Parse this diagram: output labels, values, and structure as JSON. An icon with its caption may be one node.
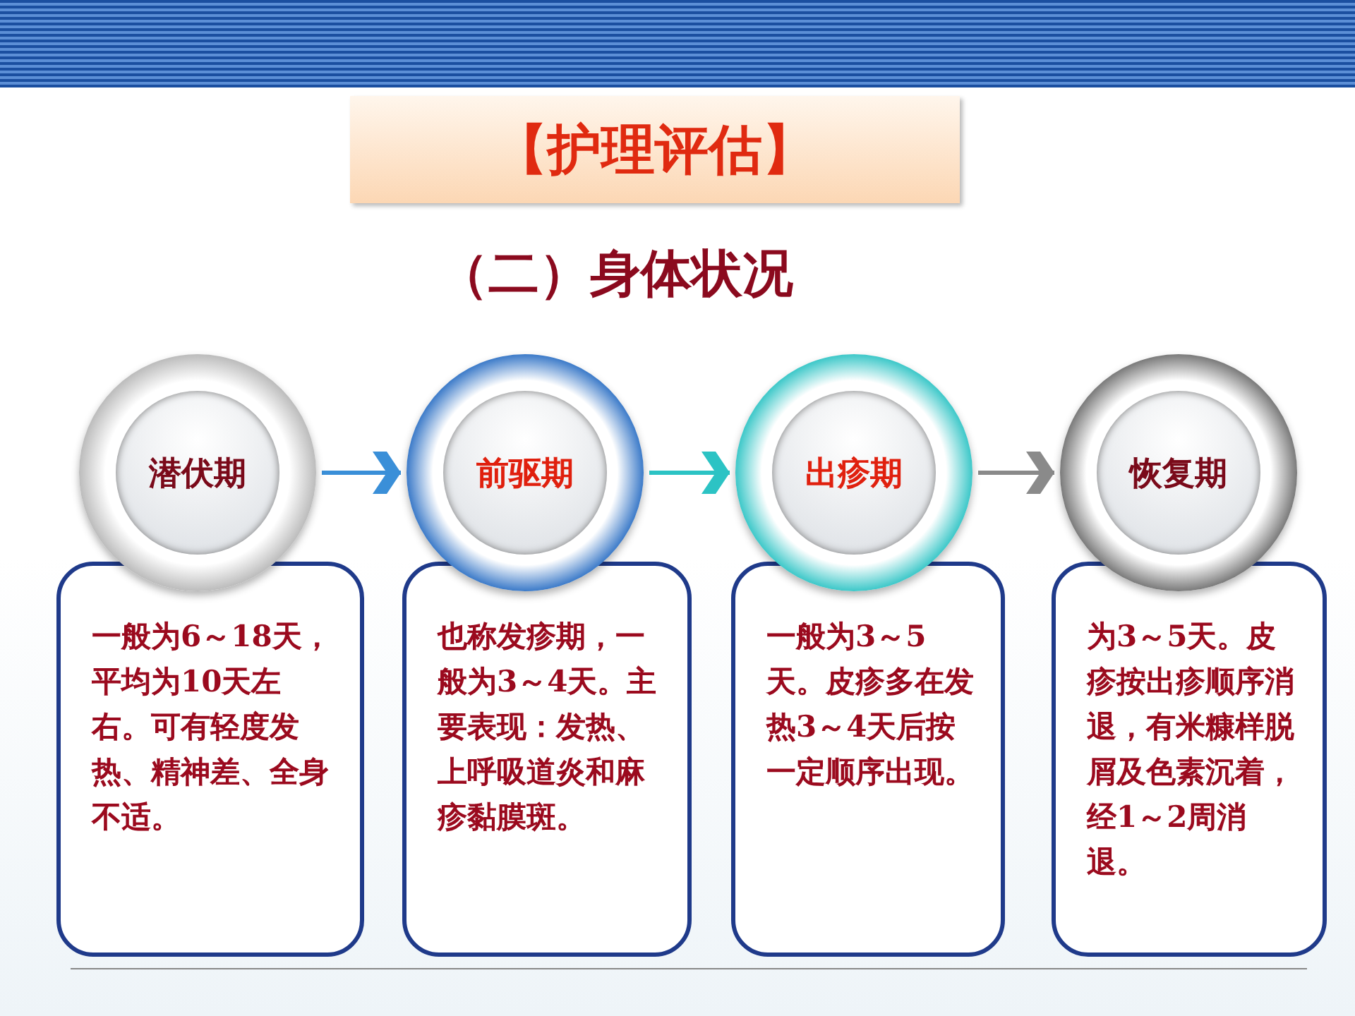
{
  "diagram": {
    "title": "【护理评估】",
    "nodes": [
      {
        "text": [
          "潜伏期"
        ]
      },
      {
        "text": [
          "前驱期"
        ]
      },
      {
        "text": [
          "出疹期"
        ]
      },
      {
        "text": [
          "恢复期"
        ]
      },
      {
        "text": [
          "一般为6～18天，平均为10天左右。可有轻度发热、精神差、全身不适。"
        ]
      },
      {
        "text": [
          "也称发疹期，一般为3～4天。主要表现：发热、上呼吸道炎和麻疹黏膜斑。"
        ]
      },
      {
        "text": [
          "一般为3～5天。皮疹多在发热3～4天后按一定顺序出现。"
        ]
      },
      {
        "text": [
          "为3～5天。皮疹按出疹顺序消退，有米糠样脱屑及色素沉着，经1～2周消退。"
        ]
      }
    ],
    "edges": [
      {
        "from": 0,
        "to": 1,
        "arrow": "to",
        "color": "#3a8fd8"
      },
      {
        "from": 1,
        "to": 2,
        "arrow": "to",
        "color": "#2cc3c4"
      },
      {
        "from": 2,
        "to": 3,
        "arrow": "to",
        "color": "#8a8a8a"
      }
    ],
    "labels": [
      "（二）身体状况"
    ]
  }
}
